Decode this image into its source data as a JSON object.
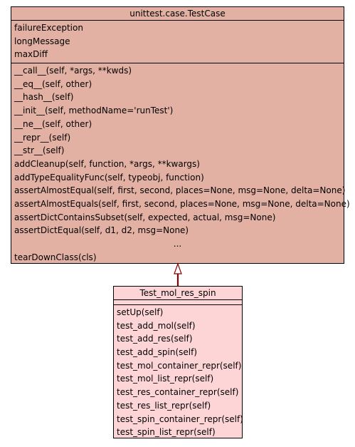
{
  "colors": {
    "base_fill": "#e3b1a3",
    "child_fill": "#fdd5d7",
    "border": "#000000",
    "arrow": "#8b0000"
  },
  "base_class": {
    "name": "unittest.case.TestCase",
    "attributes": [
      "failureException",
      "longMessage",
      "maxDiff"
    ],
    "methods": [
      "__call__(self, *args, **kwds)",
      "__eq__(self, other)",
      "__hash__(self)",
      "__init__(self, methodName='runTest')",
      "__ne__(self, other)",
      "__repr__(self)",
      "__str__(self)",
      "addCleanup(self, function, *args, **kwargs)",
      "addTypeEqualityFunc(self, typeobj, function)",
      "assertAlmostEqual(self, first, second, places=None, msg=None, delta=None)",
      "assertAlmostEquals(self, first, second, places=None, msg=None, delta=None)",
      "assertDictContainsSubset(self, expected, actual, msg=None)",
      "assertDictEqual(self, d1, d2, msg=None)"
    ],
    "ellipsis": "...",
    "last_method": "tearDownClass(cls)"
  },
  "child_class": {
    "name": "Test_mol_res_spin",
    "methods": [
      "setUp(self)",
      "test_add_mol(self)",
      "test_add_res(self)",
      "test_add_spin(self)",
      "test_mol_container_repr(self)",
      "test_mol_list_repr(self)",
      "test_res_container_repr(self)",
      "test_res_list_repr(self)",
      "test_spin_container_repr(self)",
      "test_spin_list_repr(self)"
    ]
  }
}
